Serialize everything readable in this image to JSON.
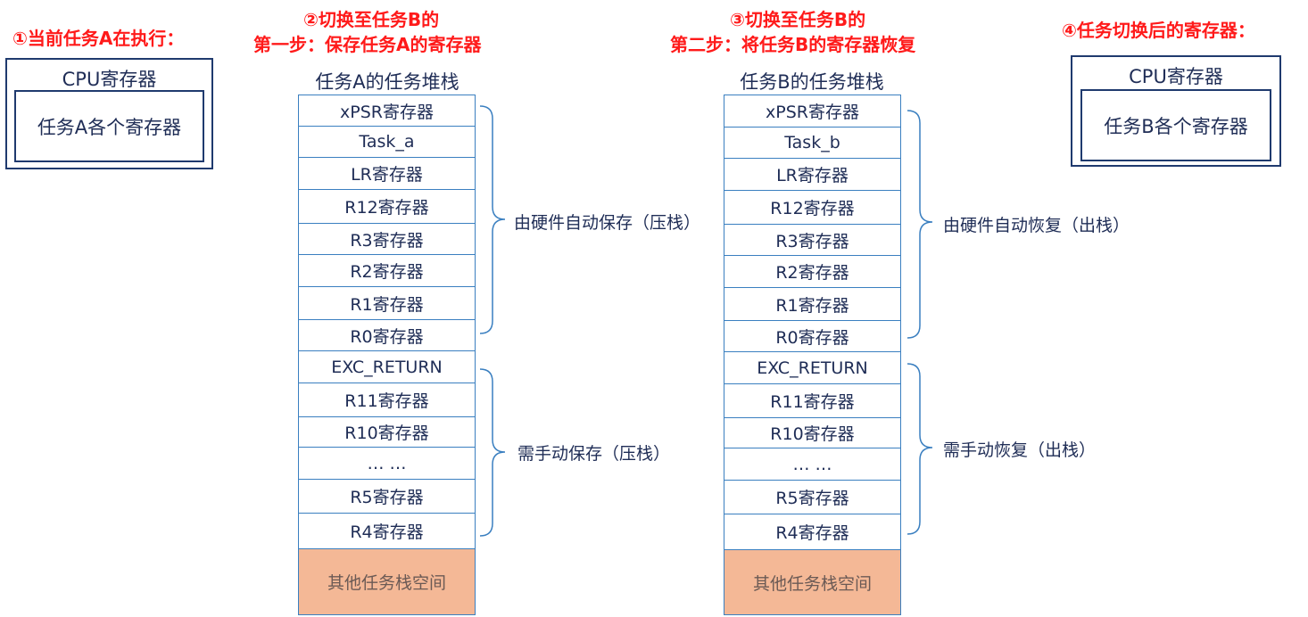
{
  "steps": {
    "s1": "①当前任务A在执行：",
    "s2_line1": "②切换至任务B的",
    "s2_line2": "第一步：保存任务A的寄存器",
    "s3_line1": "③切换至任务B的",
    "s3_line2": "第二步：将任务B的寄存器恢复",
    "s4": "④任务切换后的寄存器："
  },
  "cpu_a": {
    "title": "CPU寄存器",
    "content": "任务A各个寄存器"
  },
  "cpu_b": {
    "title": "CPU寄存器",
    "content": "任务B各个寄存器"
  },
  "stack_a": {
    "title": "任务A的任务堆栈",
    "cells": [
      "xPSR寄存器",
      "Task_a",
      "LR寄存器",
      "R12寄存器",
      "R3寄存器",
      "R2寄存器",
      "R1寄存器",
      "R0寄存器",
      "EXC_RETURN",
      "R11寄存器",
      "R10寄存器",
      "… …",
      "R5寄存器",
      "R4寄存器"
    ],
    "free": "其他任务栈空间",
    "brace_hw": "由硬件自动保存（压栈）",
    "brace_sw": "需手动保存（压栈）"
  },
  "stack_b": {
    "title": "任务B的任务堆栈",
    "cells": [
      "xPSR寄存器",
      "Task_b",
      "LR寄存器",
      "R12寄存器",
      "R3寄存器",
      "R2寄存器",
      "R1寄存器",
      "R0寄存器",
      "EXC_RETURN",
      "R11寄存器",
      "R10寄存器",
      "… …",
      "R5寄存器",
      "R4寄存器"
    ],
    "free": "其他任务栈空间",
    "brace_hw": "由硬件自动恢复（出栈）",
    "brace_sw": "需手动恢复（出栈）"
  },
  "colors": {
    "title_red": "#ff1a1a",
    "cell_border": "#3a7fc0",
    "box_border": "#1f3a6e",
    "free_fill": "#f4b896"
  }
}
